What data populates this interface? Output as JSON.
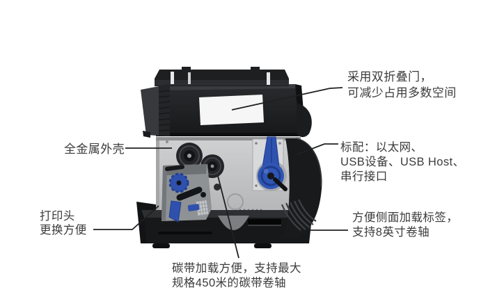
{
  "figure": {
    "subject": "industrial-label-printer-open-cover-feature-diagram",
    "colors": {
      "background": "#ffffff",
      "body_dark": "#1b1c1e",
      "chassis_plate": "#c6c7c9",
      "accent_blue": "#2f52b0",
      "callout_line": "#202020",
      "label_text": "#3b3b3b"
    }
  },
  "annotations": {
    "folding_door": {
      "line1": "采用双折叠门，",
      "line2": "可减少占用多数空间"
    },
    "ports": {
      "line1": "标配：以太网、",
      "line2": "USB设备、USB Host、",
      "line3": "串行接口"
    },
    "metal_shell": {
      "line1": "全金属外壳"
    },
    "printhead": {
      "line1": "打印头",
      "line2": "更换方便"
    },
    "side_load": {
      "line1": "方便侧面加载标签，",
      "line2": "支持8英寸卷轴"
    },
    "ribbon": {
      "line1": "碳带加载方便，支持最大",
      "line2": "规格450米的碳带卷轴"
    }
  }
}
